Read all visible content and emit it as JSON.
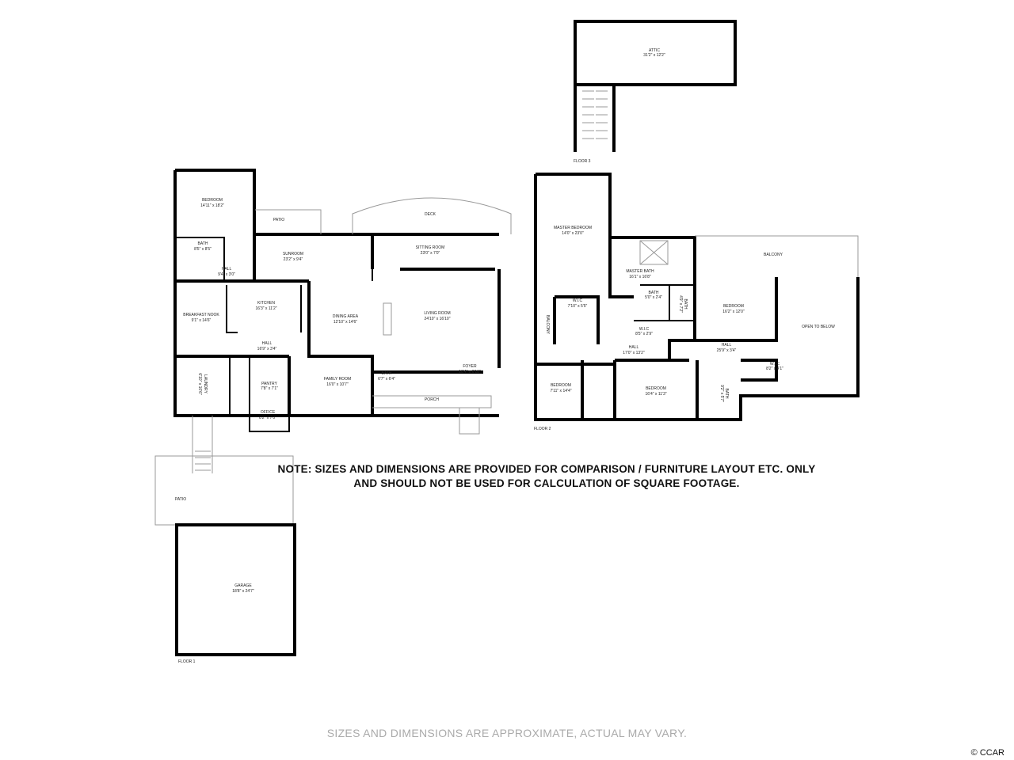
{
  "floor3": {
    "label": "FLOOR 3",
    "rooms": {
      "attic": {
        "name": "ATTIC",
        "size": "31'2\" x 12'2\""
      }
    }
  },
  "floor1": {
    "label": "FLOOR 1",
    "rooms": {
      "bedroom": {
        "name": "BEDROOM",
        "size": "14'11\" x 18'2\""
      },
      "bath": {
        "name": "BATH",
        "size": "8'5\" x 8'5\""
      },
      "hall_small": {
        "name": "HALL",
        "size": "9'4\" x 3'0\""
      },
      "patio_small": {
        "name": "PATIO"
      },
      "deck": {
        "name": "DECK"
      },
      "sunroom": {
        "name": "SUNROOM",
        "size": "23'2\" x 9'4\""
      },
      "sitting": {
        "name": "SITTING ROOM",
        "size": "23'0\" x 7'0\""
      },
      "kitchen": {
        "name": "KITCHEN",
        "size": "16'3\" x 11'2\""
      },
      "breakfast": {
        "name": "BREAKFAST NOOK",
        "size": "9'1\" x 14'6\""
      },
      "dining": {
        "name": "DINING AREA",
        "size": "12'10\" x 14'6\""
      },
      "living": {
        "name": "LIVING ROOM",
        "size": "24'10\" x 16'10\""
      },
      "hall": {
        "name": "HALL",
        "size": "16'9\" x 3'4\""
      },
      "laundry": {
        "name": "LAUNDRY",
        "size": "6'10\" x 10'6\""
      },
      "pantry": {
        "name": "PANTRY",
        "size": "7'8\" x 7'1\""
      },
      "office": {
        "name": "OFFICE",
        "size": "8'2\" x 7'0\""
      },
      "family": {
        "name": "FAMILY ROOM",
        "size": "16'0\" x 10'7\""
      },
      "bath2": {
        "name": "BATH",
        "size": "6'7\" x 6'4\""
      },
      "foyer": {
        "name": "FOYER",
        "size": "10'4\" x 6'10\""
      },
      "porch": {
        "name": "PORCH"
      },
      "patio": {
        "name": "PATIO"
      },
      "garage": {
        "name": "GARAGE",
        "size": "18'8\" x 24'7\""
      }
    }
  },
  "floor2": {
    "label": "FLOOR 2",
    "rooms": {
      "master": {
        "name": "MASTER BEDROOM",
        "size": "14'0\" x 23'0\""
      },
      "master_bath": {
        "name": "MASTER BATH",
        "size": "16'1\" x 16'8\""
      },
      "balcony": {
        "name": "BALCONY"
      },
      "balcony_side": {
        "name": "BALCONY"
      },
      "bedroom_a": {
        "name": "BEDROOM",
        "size": "16'2\" x 12'0\""
      },
      "open_below": {
        "name": "OPEN TO BELOW"
      },
      "wic_a": {
        "name": "W.I.C",
        "size": "7'10\" x 5'5\""
      },
      "bath_a": {
        "name": "BATH",
        "size": "5'0\" x 2'4\""
      },
      "bath_b": {
        "name": "BATH",
        "size": "4'9\" x 7'2\""
      },
      "wic_b": {
        "name": "W.I.C",
        "size": "8'5\" x 2'9\""
      },
      "hall_a": {
        "name": "HALL",
        "size": "17'0\" x 13'2\""
      },
      "hall_b": {
        "name": "HALL",
        "size": "25'9\" x 3'4\""
      },
      "wic_c": {
        "name": "W.I.C",
        "size": "8'2\" x 4'1\""
      },
      "bedroom_b": {
        "name": "BEDROOM",
        "size": "7'11\" x 14'4\""
      },
      "bedroom_c": {
        "name": "BEDROOM",
        "size": "16'4\" x 11'3\""
      },
      "bath_c": {
        "name": "BATH",
        "size": "9'2\" x 5'7\""
      }
    }
  },
  "note": {
    "line1": "NOTE:  SIZES AND DIMENSIONS ARE PROVIDED FOR COMPARISON / FURNITURE LAYOUT ETC. ONLY",
    "line2": "AND SHOULD NOT BE USED FOR CALCULATION OF SQUARE FOOTAGE."
  },
  "footer": "SIZES AND DIMENSIONS ARE APPROXIMATE, ACTUAL MAY VARY.",
  "copyright": "© CCAR"
}
